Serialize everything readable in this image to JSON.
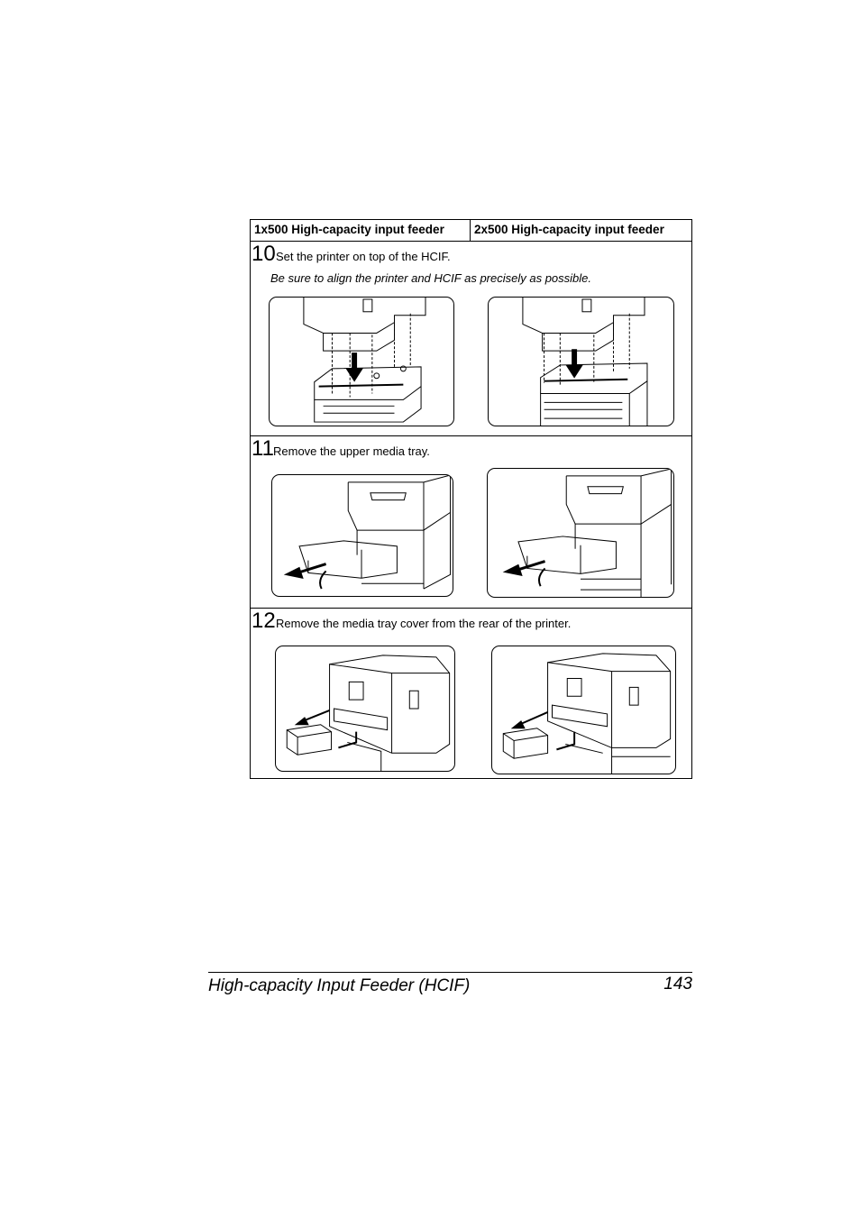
{
  "table": {
    "headers": [
      "1x500 High-capacity input feeder",
      "2x500 High-capacity input feeder"
    ],
    "steps": [
      {
        "number": "10",
        "text": "Set the printer on top of the HCIF.",
        "note": "Be sure to align the printer and HCIF as precisely as possible.",
        "figures": [
          "printer-on-1x500-hcif-illustration",
          "printer-on-2x500-hcif-illustration"
        ]
      },
      {
        "number": "11",
        "text": "Remove the upper media tray.",
        "figures": [
          "remove-tray-1x500-illustration",
          "remove-tray-2x500-illustration"
        ]
      },
      {
        "number": "12",
        "text": "Remove the media tray cover from the rear of the printer.",
        "figures": [
          "remove-tray-cover-1x500-illustration",
          "remove-tray-cover-2x500-illustration"
        ]
      }
    ]
  },
  "footer": {
    "title": "High-capacity Input Feeder (HCIF)",
    "page_number": "143"
  }
}
